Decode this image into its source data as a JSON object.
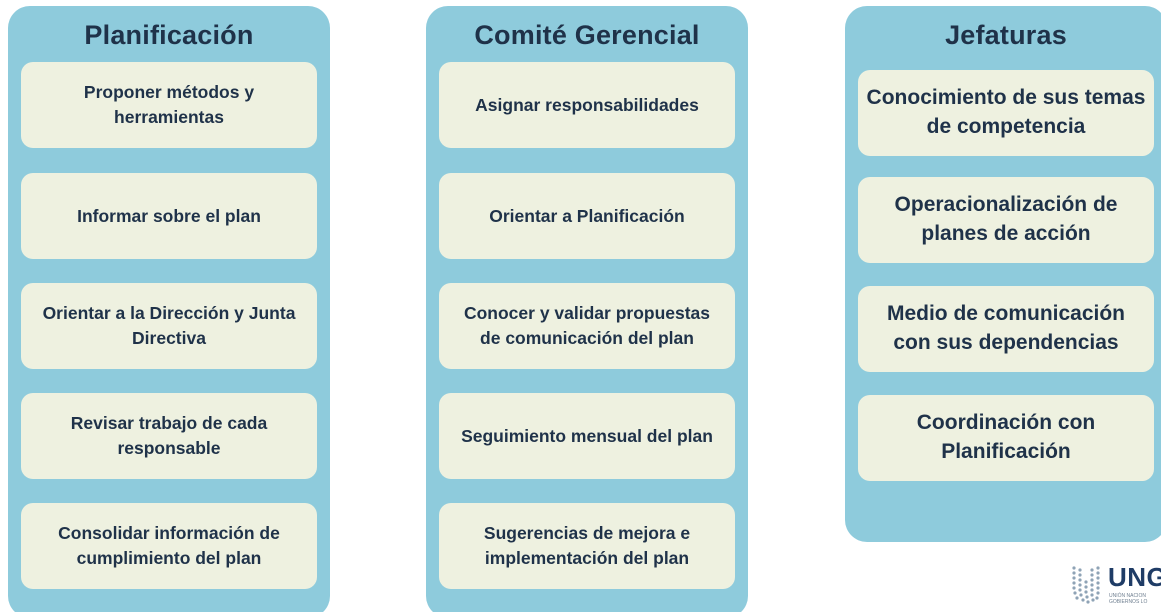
{
  "columns": [
    {
      "title": "Planificación",
      "items": [
        "Proponer métodos y herramientas",
        "Informar sobre el plan",
        "Orientar a la Dirección y Junta Directiva",
        "Revisar trabajo de cada responsable",
        "Consolidar información de cumplimiento del plan"
      ]
    },
    {
      "title": "Comité Gerencial",
      "items": [
        "Asignar responsabilidades",
        "Orientar a Planificación",
        "Conocer y validar propuestas de comunicación del plan",
        "Seguimiento mensual del plan",
        "Sugerencias de mejora e implementación del plan"
      ]
    },
    {
      "title": "Jefaturas",
      "items": [
        "Conocimiento de sus temas de competencia",
        "Operacionalización de planes de acción",
        "Medio de comunicación con sus dependencias",
        "Coordinación con Planificación"
      ]
    }
  ],
  "logo": {
    "text": "UNG",
    "subtitle_line1": "UNIÓN NACION",
    "subtitle_line2": "GOBIERNOS LO"
  },
  "colors": {
    "column_bg": "#8ecbdc",
    "card_bg": "#eef1e0",
    "text": "#1f3249"
  }
}
